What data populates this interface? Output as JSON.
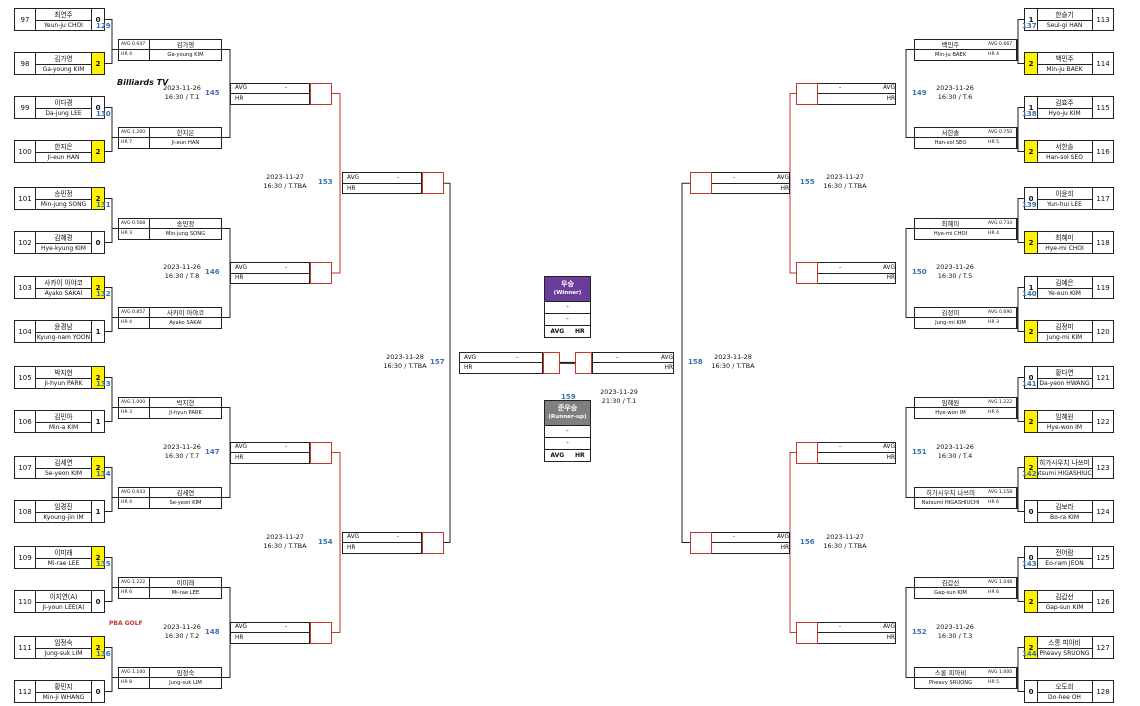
{
  "labels": {
    "avg": "AVG",
    "hr": "HR",
    "dash": "-"
  },
  "players": [
    {
      "seed": "97",
      "ko": "최연주",
      "en": "Yeun-ju CHOI",
      "score": "0"
    },
    {
      "seed": "98",
      "ko": "김가영",
      "en": "Ga-young KIM",
      "score": "2"
    },
    {
      "seed": "99",
      "ko": "이다경",
      "en": "Da-jung LEE",
      "score": "0"
    },
    {
      "seed": "100",
      "ko": "한지은",
      "en": "Ji-eun HAN",
      "score": "2"
    },
    {
      "seed": "101",
      "ko": "송민정",
      "en": "Min-jung SONG",
      "score": "2"
    },
    {
      "seed": "102",
      "ko": "김혜경",
      "en": "Hye-kyung KIM",
      "score": "0"
    },
    {
      "seed": "103",
      "ko": "사카이 아야코",
      "en": "Ayako SAKAI",
      "score": "2"
    },
    {
      "seed": "104",
      "ko": "윤경남",
      "en": "Kyung-nam YOON",
      "score": "1"
    },
    {
      "seed": "105",
      "ko": "박지현",
      "en": "Ji-hyun PARK",
      "score": "2"
    },
    {
      "seed": "106",
      "ko": "김민아",
      "en": "Min-a KIM",
      "score": "1"
    },
    {
      "seed": "107",
      "ko": "김세연",
      "en": "Se-yeon KIM",
      "score": "2"
    },
    {
      "seed": "108",
      "ko": "임경진",
      "en": "Kyoung-jin IM",
      "score": "1"
    },
    {
      "seed": "109",
      "ko": "이미래",
      "en": "Mi-rae LEE",
      "score": "2"
    },
    {
      "seed": "110",
      "ko": "이지연(A)",
      "en": "Ji-youn LEE(A)",
      "score": "0"
    },
    {
      "seed": "111",
      "ko": "임정숙",
      "en": "Jung-suk LIM",
      "score": "2"
    },
    {
      "seed": "112",
      "ko": "황민지",
      "en": "Min-ji WHANG",
      "score": "0"
    },
    {
      "seed": "113",
      "ko": "한슬기",
      "en": "Seul-gi HAN",
      "score": "1"
    },
    {
      "seed": "114",
      "ko": "백민주",
      "en": "Min-ju BAEK",
      "score": "2"
    },
    {
      "seed": "115",
      "ko": "김효주",
      "en": "Hyo-ju KIM",
      "score": "1"
    },
    {
      "seed": "116",
      "ko": "서한솔",
      "en": "Han-sol SEO",
      "score": "2"
    },
    {
      "seed": "117",
      "ko": "이윤희",
      "en": "Yun-hui LEE",
      "score": "0"
    },
    {
      "seed": "118",
      "ko": "최혜미",
      "en": "Hye-mi CHOI",
      "score": "2"
    },
    {
      "seed": "119",
      "ko": "김예은",
      "en": "Ye-eun KIM",
      "score": "1"
    },
    {
      "seed": "120",
      "ko": "김정미",
      "en": "Jung-mi KIM",
      "score": "2"
    },
    {
      "seed": "121",
      "ko": "황다연",
      "en": "Da-yeon HWANG",
      "score": "0"
    },
    {
      "seed": "122",
      "ko": "임혜원",
      "en": "Hye-won IM",
      "score": "2"
    },
    {
      "seed": "123",
      "ko": "히가시우치 나쓰미",
      "en": "Natsumi HIGASHIUCHI",
      "score": "2"
    },
    {
      "seed": "124",
      "ko": "김보라",
      "en": "Bo-ra KIM",
      "score": "0"
    },
    {
      "seed": "125",
      "ko": "전어람",
      "en": "Eo-ram JEON",
      "score": "0"
    },
    {
      "seed": "126",
      "ko": "김갑선",
      "en": "Gap-sun KIM",
      "score": "2"
    },
    {
      "seed": "127",
      "ko": "스롱 피아비",
      "en": "Pheavy SRUONG",
      "score": "2"
    },
    {
      "seed": "128",
      "ko": "오도희",
      "en": "Do-hee OH",
      "score": "0"
    }
  ],
  "r1_results": [
    {
      "match": "129",
      "avg": "AVG 0.647",
      "hr": "HR 4",
      "ko": "김가영",
      "en": "Ga-young KIM"
    },
    {
      "match": "130",
      "avg": "AVG 1.200",
      "hr": "HR 7",
      "ko": "한지은",
      "en": "Ji-eun HAN"
    },
    {
      "match": "131",
      "avg": "AVG 0.568",
      "hr": "HR 3",
      "ko": "송민정",
      "en": "Min-jung SONG"
    },
    {
      "match": "132",
      "avg": "AVG 0.857",
      "hr": "HR 4",
      "ko": "사카이 아야코",
      "en": "Ayako SAKAI"
    },
    {
      "match": "133",
      "avg": "AVG 1.000",
      "hr": "HR 3",
      "ko": "박지현",
      "en": "Ji-hyun PARK"
    },
    {
      "match": "134",
      "avg": "AVG 0.643",
      "hr": "HR 4",
      "ko": "김세연",
      "en": "Se-yeon KIM"
    },
    {
      "match": "135",
      "avg": "AVG 1.222",
      "hr": "HR 6",
      "ko": "이미래",
      "en": "Mi-rae LEE"
    },
    {
      "match": "136",
      "avg": "AVG 1.100",
      "hr": "HR 8",
      "ko": "임정숙",
      "en": "Jung-suk LIM"
    },
    {
      "match": "137",
      "avg": "AVG 0.667",
      "hr": "HR 4",
      "ko": "백민주",
      "en": "Min-ju BAEK"
    },
    {
      "match": "138",
      "avg": "AVG 0.750",
      "hr": "HR 5",
      "ko": "서한솔",
      "en": "Han-sol SEO"
    },
    {
      "match": "139",
      "avg": "AVG 0.733",
      "hr": "HR 4",
      "ko": "최혜미",
      "en": "Hye-mi CHOI"
    },
    {
      "match": "140",
      "avg": "AVG 0.690",
      "hr": "HR 3",
      "ko": "김정미",
      "en": "Jung-mi KIM"
    },
    {
      "match": "141",
      "avg": "AVG 1.222",
      "hr": "HR 6",
      "ko": "임혜원",
      "en": "Hye-won IM"
    },
    {
      "match": "142",
      "avg": "AVG 1.158",
      "hr": "HR 6",
      "ko": "히가시우치 나쓰미",
      "en": "Natsumi HIGASHIUCHI"
    },
    {
      "match": "143",
      "avg": "AVG 1.048",
      "hr": "HR 6",
      "ko": "김갑선",
      "en": "Gap-sun KIM"
    },
    {
      "match": "144",
      "avg": "AVG 1.000",
      "hr": "HR 5",
      "ko": "스롱 피아비",
      "en": "Pheavy SRUONG"
    }
  ],
  "r2_matches": [
    {
      "match": "145",
      "date": "2023-11-26",
      "time": "16:30 / T.1"
    },
    {
      "match": "146",
      "date": "2023-11-26",
      "time": "16:30 / T.8"
    },
    {
      "match": "147",
      "date": "2023-11-26",
      "time": "16:30 / T.7"
    },
    {
      "match": "148",
      "date": "2023-11-26",
      "time": "16:30 / T.2"
    },
    {
      "match": "149",
      "date": "2023-11-26",
      "time": "16:30 / T.6"
    },
    {
      "match": "150",
      "date": "2023-11-26",
      "time": "16:30 / T.5"
    },
    {
      "match": "151",
      "date": "2023-11-26",
      "time": "16:30 / T.4"
    },
    {
      "match": "152",
      "date": "2023-11-26",
      "time": "16:30 / T.3"
    }
  ],
  "qf_matches": [
    {
      "match": "153",
      "date": "2023-11-27",
      "time": "16:30 / T.TBA"
    },
    {
      "match": "154",
      "date": "2023-11-27",
      "time": "16:30 / T.TBA"
    },
    {
      "match": "155",
      "date": "2023-11-27",
      "time": "16:30 / T.TBA"
    },
    {
      "match": "156",
      "date": "2023-11-27",
      "time": "16:30 / T.TBA"
    }
  ],
  "sf_matches": [
    {
      "match": "157",
      "date": "2023-11-28",
      "time": "16:30 / T.TBA"
    },
    {
      "match": "158",
      "date": "2023-11-28",
      "time": "16:30 / T.TBA"
    }
  ],
  "final": {
    "match": "159",
    "date": "2023-11-29",
    "time": "21:30 / T.1"
  },
  "winner": {
    "title": "우승",
    "subtitle": "(Winner)",
    "name1": "-",
    "name2": "-",
    "avg": "AVG",
    "hr": "HR",
    "color": "#6a3d9a"
  },
  "runner_up": {
    "title": "준우승",
    "subtitle": "(Runner-up)",
    "name1": "-",
    "name2": "-",
    "avg": "AVG",
    "hr": "HR",
    "color": "#7f7f7f"
  },
  "logos": {
    "billiards": "Billiards TV",
    "pba": "PBA GOLF"
  },
  "colors": {
    "win_score": "#fff200",
    "match_number": "#3a6fb0",
    "bracket_line": "#c0392b"
  }
}
